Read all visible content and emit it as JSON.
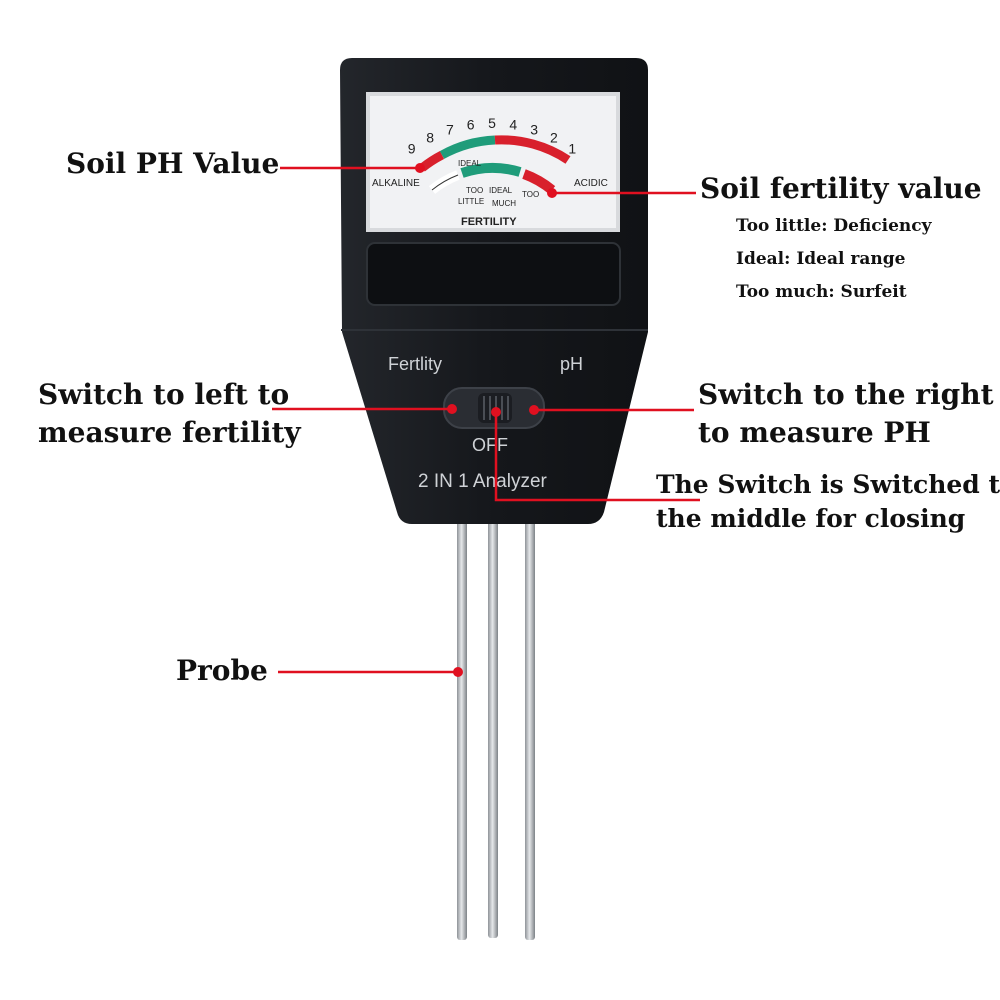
{
  "device": {
    "meter": {
      "ph_scale": [
        "9",
        "8",
        "7",
        "6",
        "5",
        "4",
        "3",
        "2",
        "1"
      ],
      "ideal_label": "IDEAL",
      "alkaline_label": "ALKALINE",
      "acidic_label": "ACIDIC",
      "fertility_scale": {
        "too_little_1": "TOO",
        "too_little_2": "LITTLE",
        "ideal": "IDEAL",
        "too_much_1": "TOO",
        "too_much_2": "MUCH"
      },
      "fertility_label": "FERTILITY"
    },
    "switch_left_label": "Fertlity",
    "switch_right_label": "pH",
    "off_label": "OFF",
    "model_label": "2 IN 1 Analyzer"
  },
  "callouts": {
    "soil_ph": "Soil PH Value",
    "soil_fertility": "Soil fertility value",
    "fertility_legend": [
      "Too little: Deficiency",
      "Ideal: Ideal range",
      "Too much: Surfeit"
    ],
    "switch_left": [
      "Switch to left to",
      "measure fertility"
    ],
    "switch_right": [
      "Switch to the right",
      "to measure PH"
    ],
    "switch_off": [
      "The Switch is Switched to",
      "the middle for closing"
    ],
    "probe": "Probe"
  },
  "colors": {
    "body": "#16181c",
    "dial": "#f1f2f4",
    "callout_line": "#e01020",
    "scale_red": "#d8202c",
    "scale_green": "#1f9c7a",
    "probe": "#b8bcc0"
  }
}
